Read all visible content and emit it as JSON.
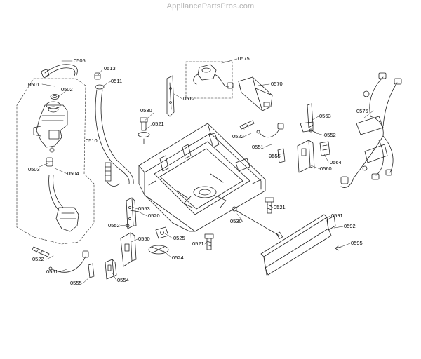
{
  "watermark": "AppliancePartsPros.com",
  "callouts": {
    "c0505": "0505",
    "c0501": "0501",
    "c0502": "0502",
    "c0503": "0503",
    "c0504": "0504",
    "c0513": "0513",
    "c0511": "0511",
    "c0510": "0510",
    "c0575": "0575",
    "c0570": "0570",
    "c0512": "0512",
    "c0530a": "0530",
    "c0521a": "0521",
    "c0522a": "0522",
    "c0551a": "0551",
    "c0555a": "0555",
    "c0563": "0563",
    "c0552a": "0552",
    "c0564": "0564",
    "c0560": "0560",
    "c0576": "0576",
    "c0553": "0553",
    "c0520": "0520",
    "c0552b": "0552",
    "c0550": "0550",
    "c0525": "0525",
    "c0524": "0524",
    "c0521b": "0521",
    "c0530b": "0530",
    "c0521c": "0521",
    "c0591": "0591",
    "c0592": "0592",
    "c0595": "0595",
    "c0522b": "0522",
    "c0551b": "0551",
    "c0555b": "0555",
    "c0554": "0554"
  }
}
